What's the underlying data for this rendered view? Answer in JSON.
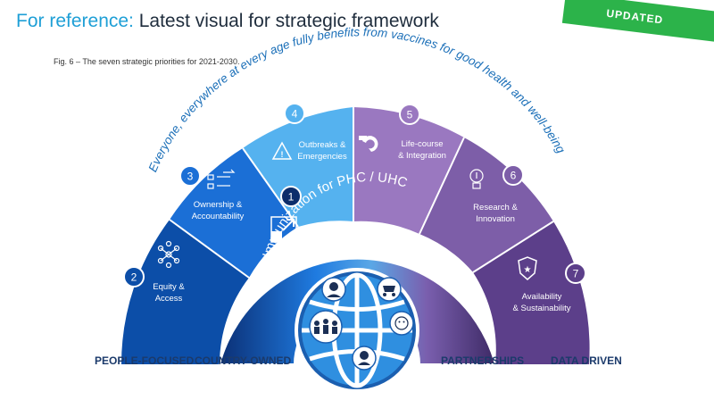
{
  "header": {
    "title_prefix": "For reference:",
    "title_main": "Latest visual for strategic framework",
    "badge": "UPDATED"
  },
  "caption": "Fig. 6 – The seven strategic priorities for 2021-2030.",
  "vision": "Everyone, everywhere at every age fully benefits from vaccines for good health and well-being",
  "priorities": [
    {
      "number": "1",
      "label": "Immunization for PHC / UHC"
    },
    {
      "number": "2",
      "line1": "Equity &",
      "line2": "Access"
    },
    {
      "number": "3",
      "line1": "Ownership &",
      "line2": "Accountability"
    },
    {
      "number": "4",
      "line1": "Outbreaks &",
      "line2": "Emergencies"
    },
    {
      "number": "5",
      "line1": "Life-course",
      "line2": "& Integration"
    },
    {
      "number": "6",
      "line1": "Research &",
      "line2": "Innovation"
    },
    {
      "number": "7",
      "line1": "Availability",
      "line2": "& Sustainability"
    }
  ],
  "principles": [
    "PEOPLE-FOCUSED",
    "COUNTRY-OWNED",
    "PARTNERSHIPS",
    "DATA DRIVEN"
  ],
  "colors": {
    "title_accent": "#1e9fd6",
    "title_dark": "#1f2d3d",
    "badge": "#2cb34a",
    "blue_dark": "#0c4ea8",
    "blue_mid": "#1b6fd6",
    "blue_light": "#55b2ef",
    "purple_light": "#9a78c0",
    "purple_mid": "#7d5ea8",
    "purple_dark": "#5c3f8a",
    "principles_text": "#1b3a6b"
  }
}
